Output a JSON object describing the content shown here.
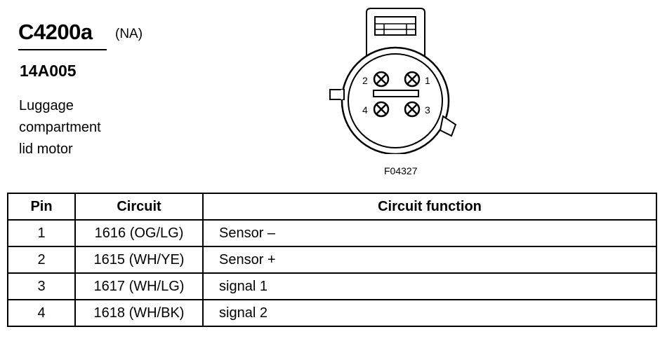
{
  "header": {
    "connector_id": "C4200a",
    "connector_note": "(NA)",
    "part_number": "14A005",
    "description_lines": [
      "Luggage",
      "compartment",
      "lid motor"
    ]
  },
  "figure": {
    "pin_labels": [
      "1",
      "2",
      "3",
      "4"
    ],
    "figure_id": "F04327"
  },
  "table": {
    "headers": [
      "Pin",
      "Circuit",
      "Circuit function"
    ],
    "rows": [
      {
        "pin": "1",
        "circuit": "1616 (OG/LG)",
        "function": "Sensor –"
      },
      {
        "pin": "2",
        "circuit": "1615 (WH/YE)",
        "function": "Sensor +"
      },
      {
        "pin": "3",
        "circuit": "1617 (WH/LG)",
        "function": "signal 1"
      },
      {
        "pin": "4",
        "circuit": "1618 (WH/BK)",
        "function": "signal 2"
      }
    ]
  }
}
